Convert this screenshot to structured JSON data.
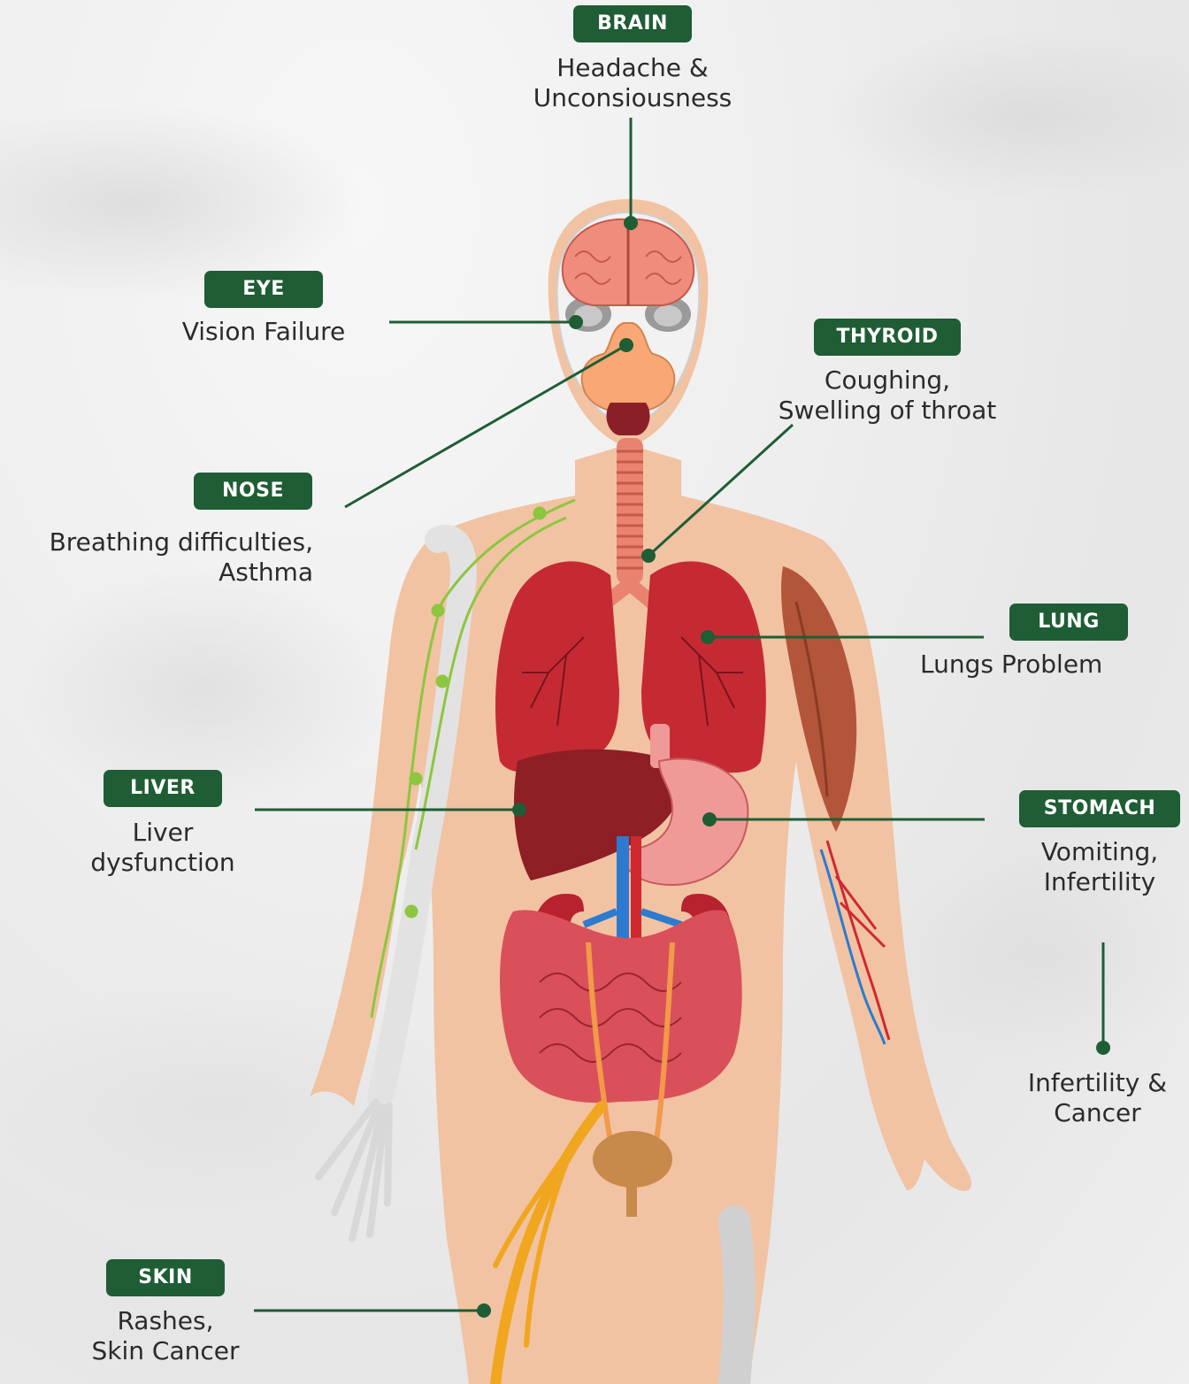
{
  "labels": {
    "brain": {
      "tag": "BRAIN",
      "lines": [
        "Headache &",
        "Unconsiousness"
      ]
    },
    "eye": {
      "tag": "EYE",
      "lines": [
        "Vision Failure"
      ]
    },
    "thyroid": {
      "tag": "THYROID",
      "lines": [
        "Coughing,",
        "Swelling of throat"
      ]
    },
    "nose": {
      "tag": "NOSE",
      "lines": [
        "Breathing difficulties,",
        "Asthma"
      ]
    },
    "lung": {
      "tag": "LUNG",
      "lines": [
        "Lungs Problem"
      ]
    },
    "liver": {
      "tag": "LIVER",
      "lines": [
        "Liver",
        "dysfunction"
      ]
    },
    "stomach": {
      "tag": "STOMACH",
      "lines": [
        "Vomiting,",
        "Infertility"
      ]
    },
    "reproductive": {
      "lines": [
        "Infertility &",
        "Cancer"
      ]
    },
    "skin": {
      "tag": "SKIN",
      "lines": [
        "Rashes,",
        "Skin Cancer"
      ]
    }
  },
  "colors": {
    "accent": "#1f5d35",
    "skin": "#f1c3a3",
    "organ_red": "#b8222e",
    "lung": "#c52a33",
    "liver": "#8e1f24",
    "stomach": "#f09a98",
    "intestine": "#d9505a",
    "bone": "#e2e2e2",
    "nerve": "#f1a620",
    "vessel_blue": "#2c7bd0",
    "lymph": "#8dc63f"
  }
}
